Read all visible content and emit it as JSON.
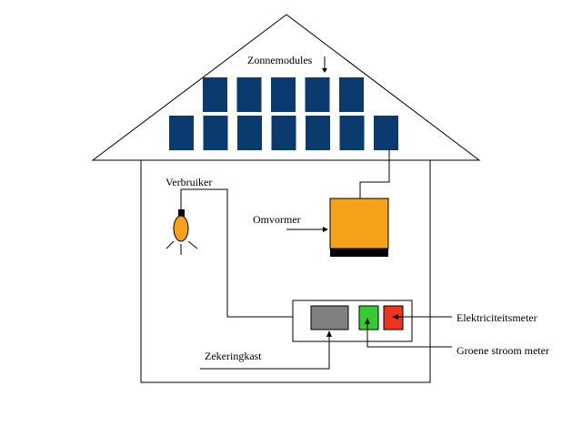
{
  "labels": {
    "solar_modules": "Zonnemodules",
    "consumer": "Verbruiker",
    "inverter": "Omvormer",
    "fuse_box": "Zekeringkast",
    "electricity_meter": "Elektriciteitsmeter",
    "green_power_meter": "Groene stroom meter"
  },
  "colors": {
    "panel": "#0b3a6e",
    "inverter_body": "#f7a11a",
    "inverter_base": "#000000",
    "fuse_box": "#808080",
    "green_meter": "#33cc33",
    "red_meter": "#ee3322",
    "bulb": "#f7a11a",
    "bulb_cap": "#000000",
    "line": "#000000"
  },
  "panels": {
    "top_row_count": 5,
    "bottom_row_count": 7
  }
}
